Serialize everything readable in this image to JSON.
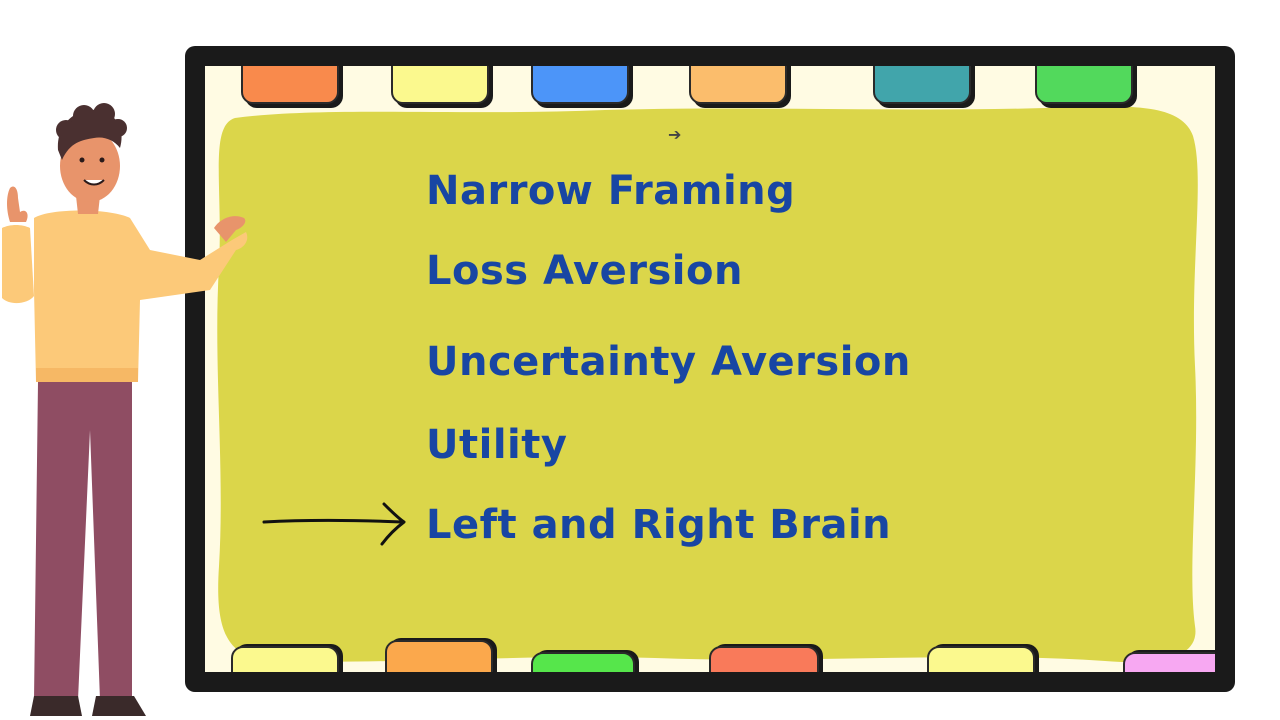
{
  "slide": {
    "items": [
      {
        "label": "Narrow Framing"
      },
      {
        "label": "Loss Aversion"
      },
      {
        "label": "Uncertainty Aversion"
      },
      {
        "label": "Utility"
      },
      {
        "label": "Left and Right Brain"
      }
    ],
    "current_item_index": 4
  },
  "colors": {
    "board_frame": "#1a1a1a",
    "board_background": "#fffbe3",
    "board_fill": "#dbd64a",
    "text": "#1846a3",
    "top_tabs": [
      "#f98a4c",
      "#fbf98e",
      "#4c95f9",
      "#fbbd6c",
      "#41a5ab",
      "#52d95c"
    ],
    "bottom_tabs": [
      "#fbf98e",
      "#fba84c",
      "#56e64b",
      "#f97a5a",
      "#fbf98e",
      "#f7a8f2"
    ]
  },
  "icons": {
    "pointer_arrow": "arrow-right-icon",
    "cursor": "cursor-arrow-icon"
  }
}
